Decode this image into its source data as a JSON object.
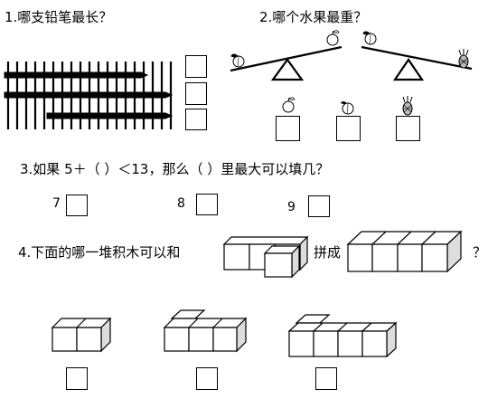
{
  "q1": {
    "text": "1.哪支铅笔最长？"
  },
  "q2": {
    "text": "2.哪个水果最重？"
  },
  "q3": {
    "text": "3.如果 5＋（  ）＜13，那么（   ）里最大可以填几？",
    "options": [
      "7",
      "8",
      "9"
    ]
  },
  "q4": {
    "text_before": "4.下面的哪一堆积木可以和",
    "text_middle": "拼成",
    "text_end": "？"
  }
}
